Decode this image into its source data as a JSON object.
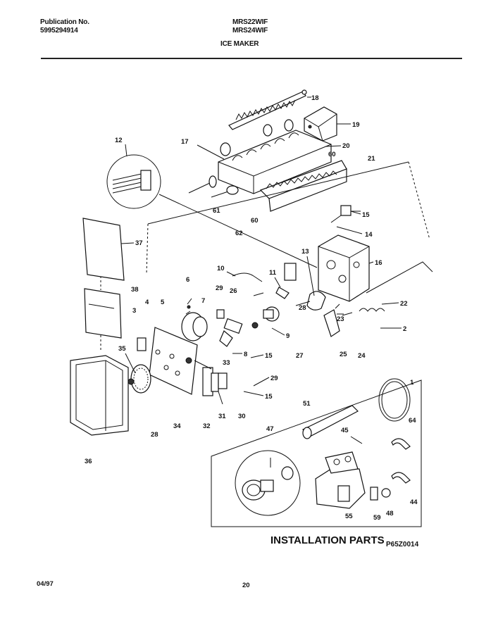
{
  "header": {
    "publication_label": "Publication No.",
    "publication_number": "5995294914",
    "model_1": "MRS22WIF",
    "model_2": "MRS24WIF",
    "section_title": "ICE MAKER"
  },
  "diagram": {
    "callouts": [
      "18",
      "19",
      "20",
      "60",
      "21",
      "12",
      "17",
      "15",
      "14",
      "61",
      "60",
      "62",
      "37",
      "13",
      "16",
      "10",
      "11",
      "6",
      "29",
      "26",
      "38",
      "7",
      "28",
      "23",
      "22",
      "3",
      "4",
      "5",
      "2",
      "9",
      "27",
      "24",
      "8",
      "25",
      "15",
      "35",
      "33",
      "29",
      "15",
      "30",
      "31",
      "32",
      "34",
      "28",
      "36",
      "1",
      "51",
      "64",
      "45",
      "47",
      "44",
      "55",
      "59",
      "48"
    ],
    "installation_label": "INSTALLATION PARTS",
    "drawing_code": "P65Z0014"
  },
  "footer": {
    "date": "04/97",
    "page_number": "20"
  }
}
